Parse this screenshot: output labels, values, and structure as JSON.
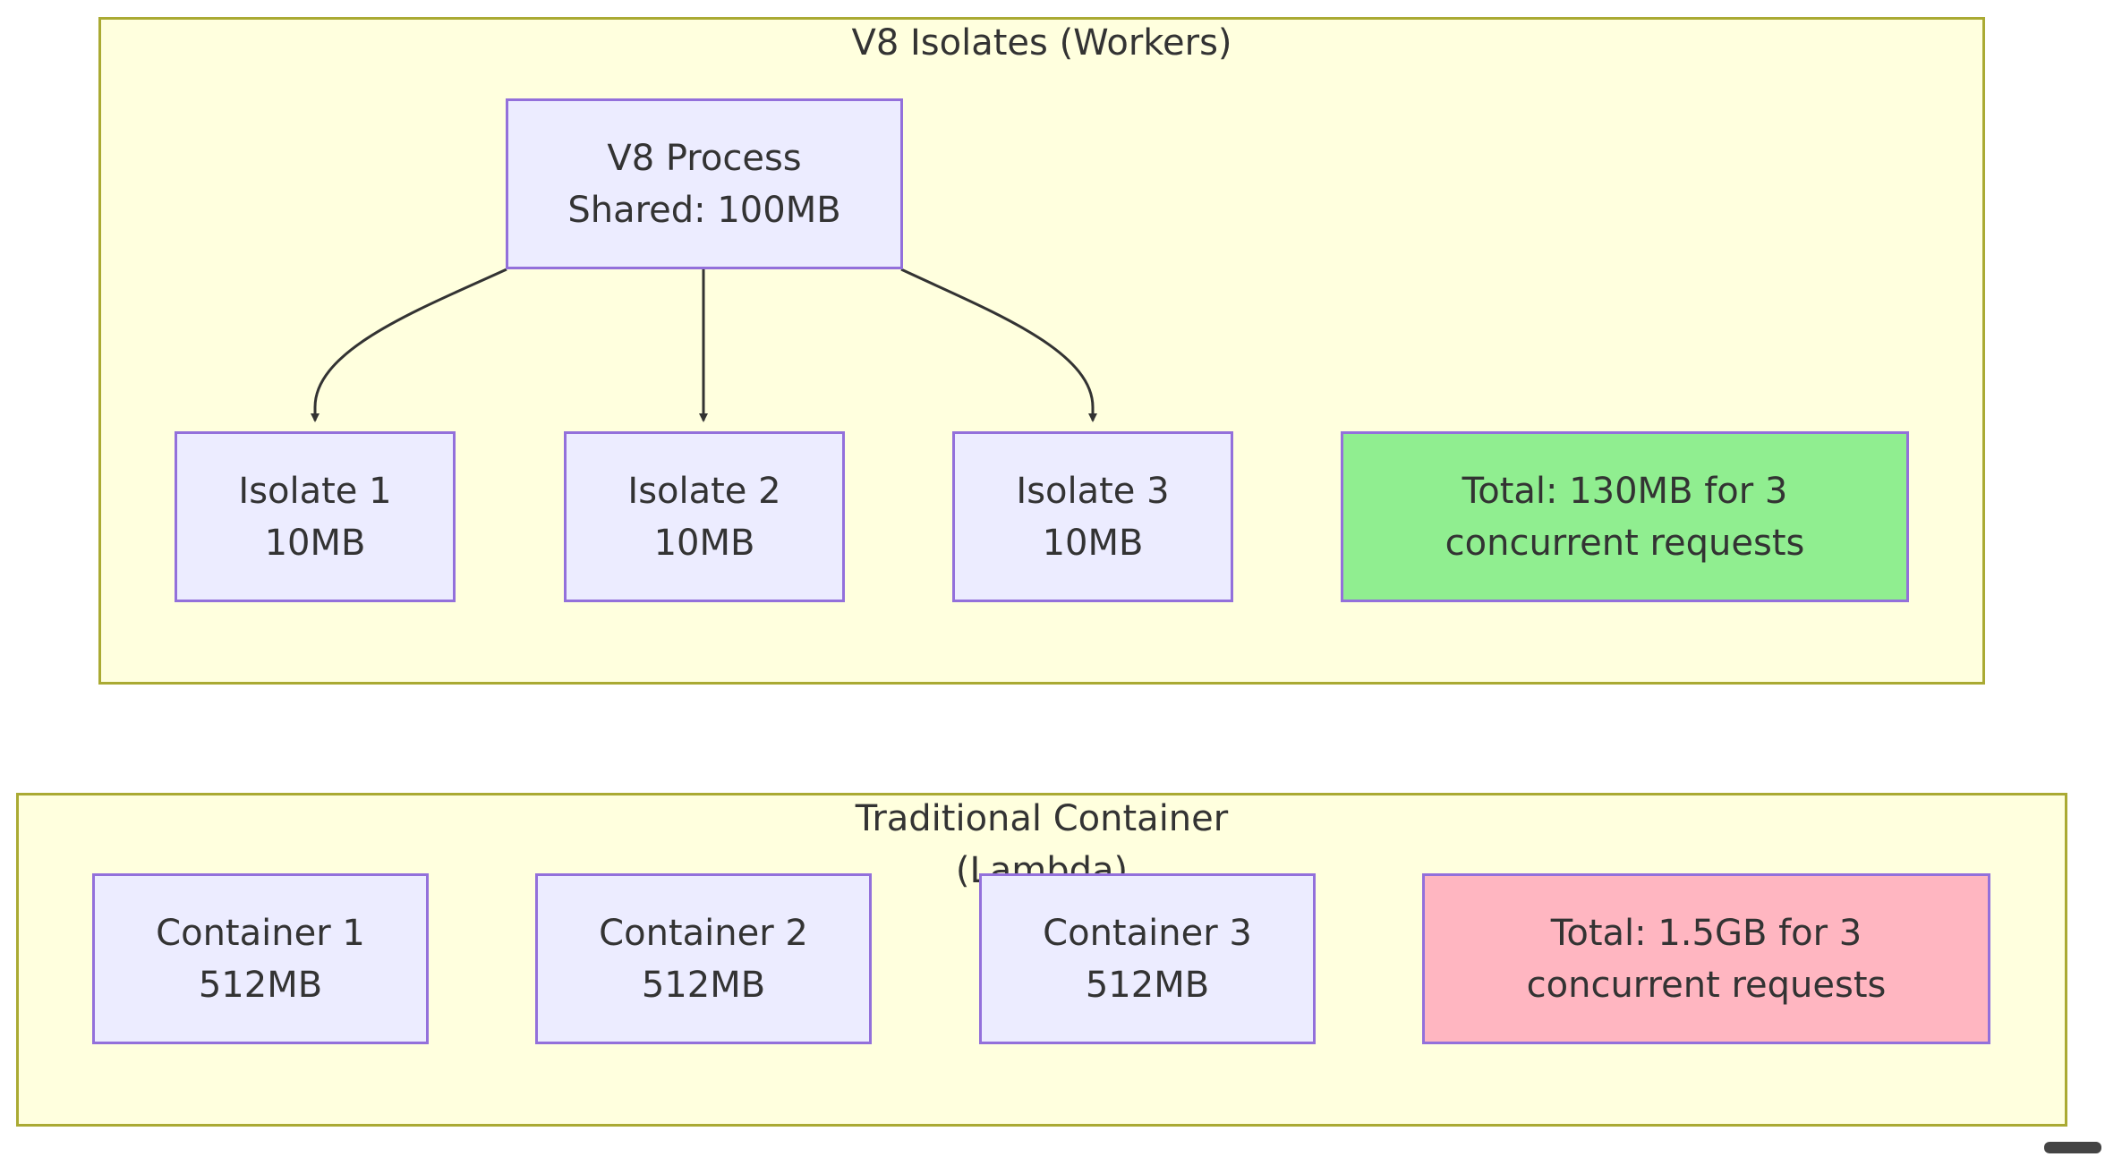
{
  "clusters": {
    "isolates": {
      "title": "V8 Isolates (Workers)"
    },
    "container": {
      "title_line1": "Traditional Container",
      "title_line2": "(Lambda)"
    }
  },
  "nodes": {
    "v8_process": {
      "line1": "V8 Process",
      "line2": "Shared: 100MB"
    },
    "isolate1": {
      "line1": "Isolate 1",
      "line2": "10MB"
    },
    "isolate2": {
      "line1": "Isolate 2",
      "line2": "10MB"
    },
    "isolate3": {
      "line1": "Isolate 3",
      "line2": "10MB"
    },
    "isolates_total": {
      "line1": "Total: 130MB for 3",
      "line2": "concurrent requests"
    },
    "container1": {
      "line1": "Container 1",
      "line2": "512MB"
    },
    "container2": {
      "line1": "Container 2",
      "line2": "512MB"
    },
    "container3": {
      "line1": "Container 3",
      "line2": "512MB"
    },
    "container_total": {
      "line1": "Total: 1.5GB for 3",
      "line2": "concurrent requests"
    }
  },
  "colors": {
    "cluster_fill": "#ffffde",
    "cluster_border": "#aaaa33",
    "node_fill": "#ececff",
    "node_border": "#9370db",
    "good_total": "#90ee90",
    "bad_total": "#ffb6c1",
    "edge": "#333333"
  }
}
